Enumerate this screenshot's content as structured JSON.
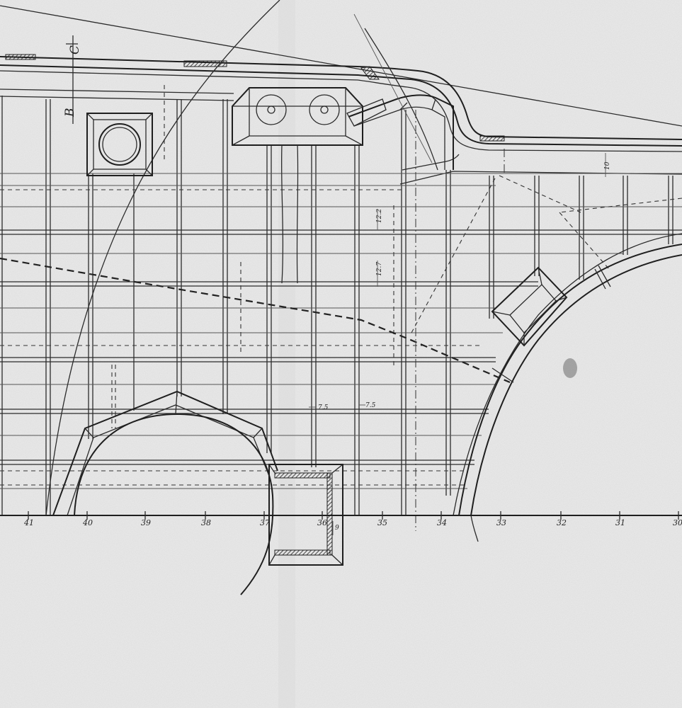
{
  "section_marks": [
    "B",
    "C"
  ],
  "station_numbers": [
    "41",
    "40",
    "39",
    "38",
    "37",
    "36",
    "35",
    "34",
    "33",
    "32",
    "31",
    "30"
  ],
  "dimensions": {
    "d_122": "12.2",
    "d_127": "12.7",
    "d_75_left": "7.5",
    "d_75_right": "7.5",
    "d_9": "9",
    "d_10": "10"
  }
}
